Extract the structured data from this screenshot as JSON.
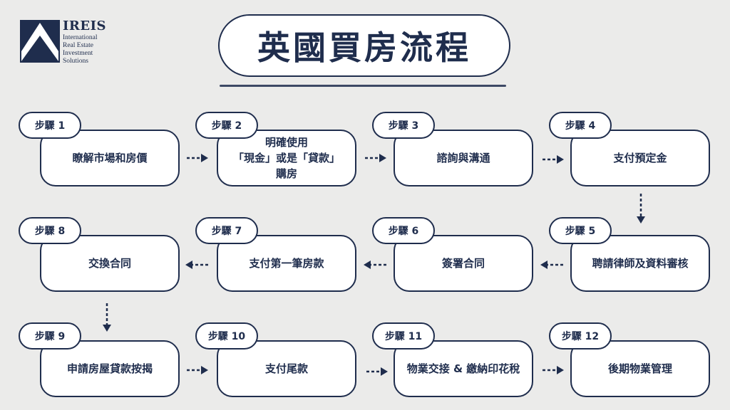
{
  "logo": {
    "name": "IREIS",
    "lines": [
      "International",
      "Real Estate",
      "Investment",
      "Solutions"
    ]
  },
  "title": "英國買房流程",
  "steps": [
    {
      "label": "步驟 1",
      "text": "瞭解市場和房價"
    },
    {
      "label": "步驟 2",
      "text": "明確使用\n「現金」或是「貸款」\n購房"
    },
    {
      "label": "步驟 3",
      "text": "諮詢與溝通"
    },
    {
      "label": "步驟 4",
      "text": "支付預定金"
    },
    {
      "label": "步驟 5",
      "text": "聘請律師及資料審核"
    },
    {
      "label": "步驟 6",
      "text": "簽署合同"
    },
    {
      "label": "步驟 7",
      "text": "支付第一筆房款"
    },
    {
      "label": "步驟 8",
      "text": "交換合同"
    },
    {
      "label": "步驟 9",
      "text": "申請房屋貸款按揭"
    },
    {
      "label": "步驟 10",
      "text": "支付尾款"
    },
    {
      "label": "步驟 11",
      "text": "物業交接 & 繳納印花稅"
    },
    {
      "label": "步驟 12",
      "text": "後期物業管理"
    }
  ],
  "colors": {
    "navy": "#1f2d4d",
    "background": "#ebebea",
    "box": "#ffffff"
  }
}
